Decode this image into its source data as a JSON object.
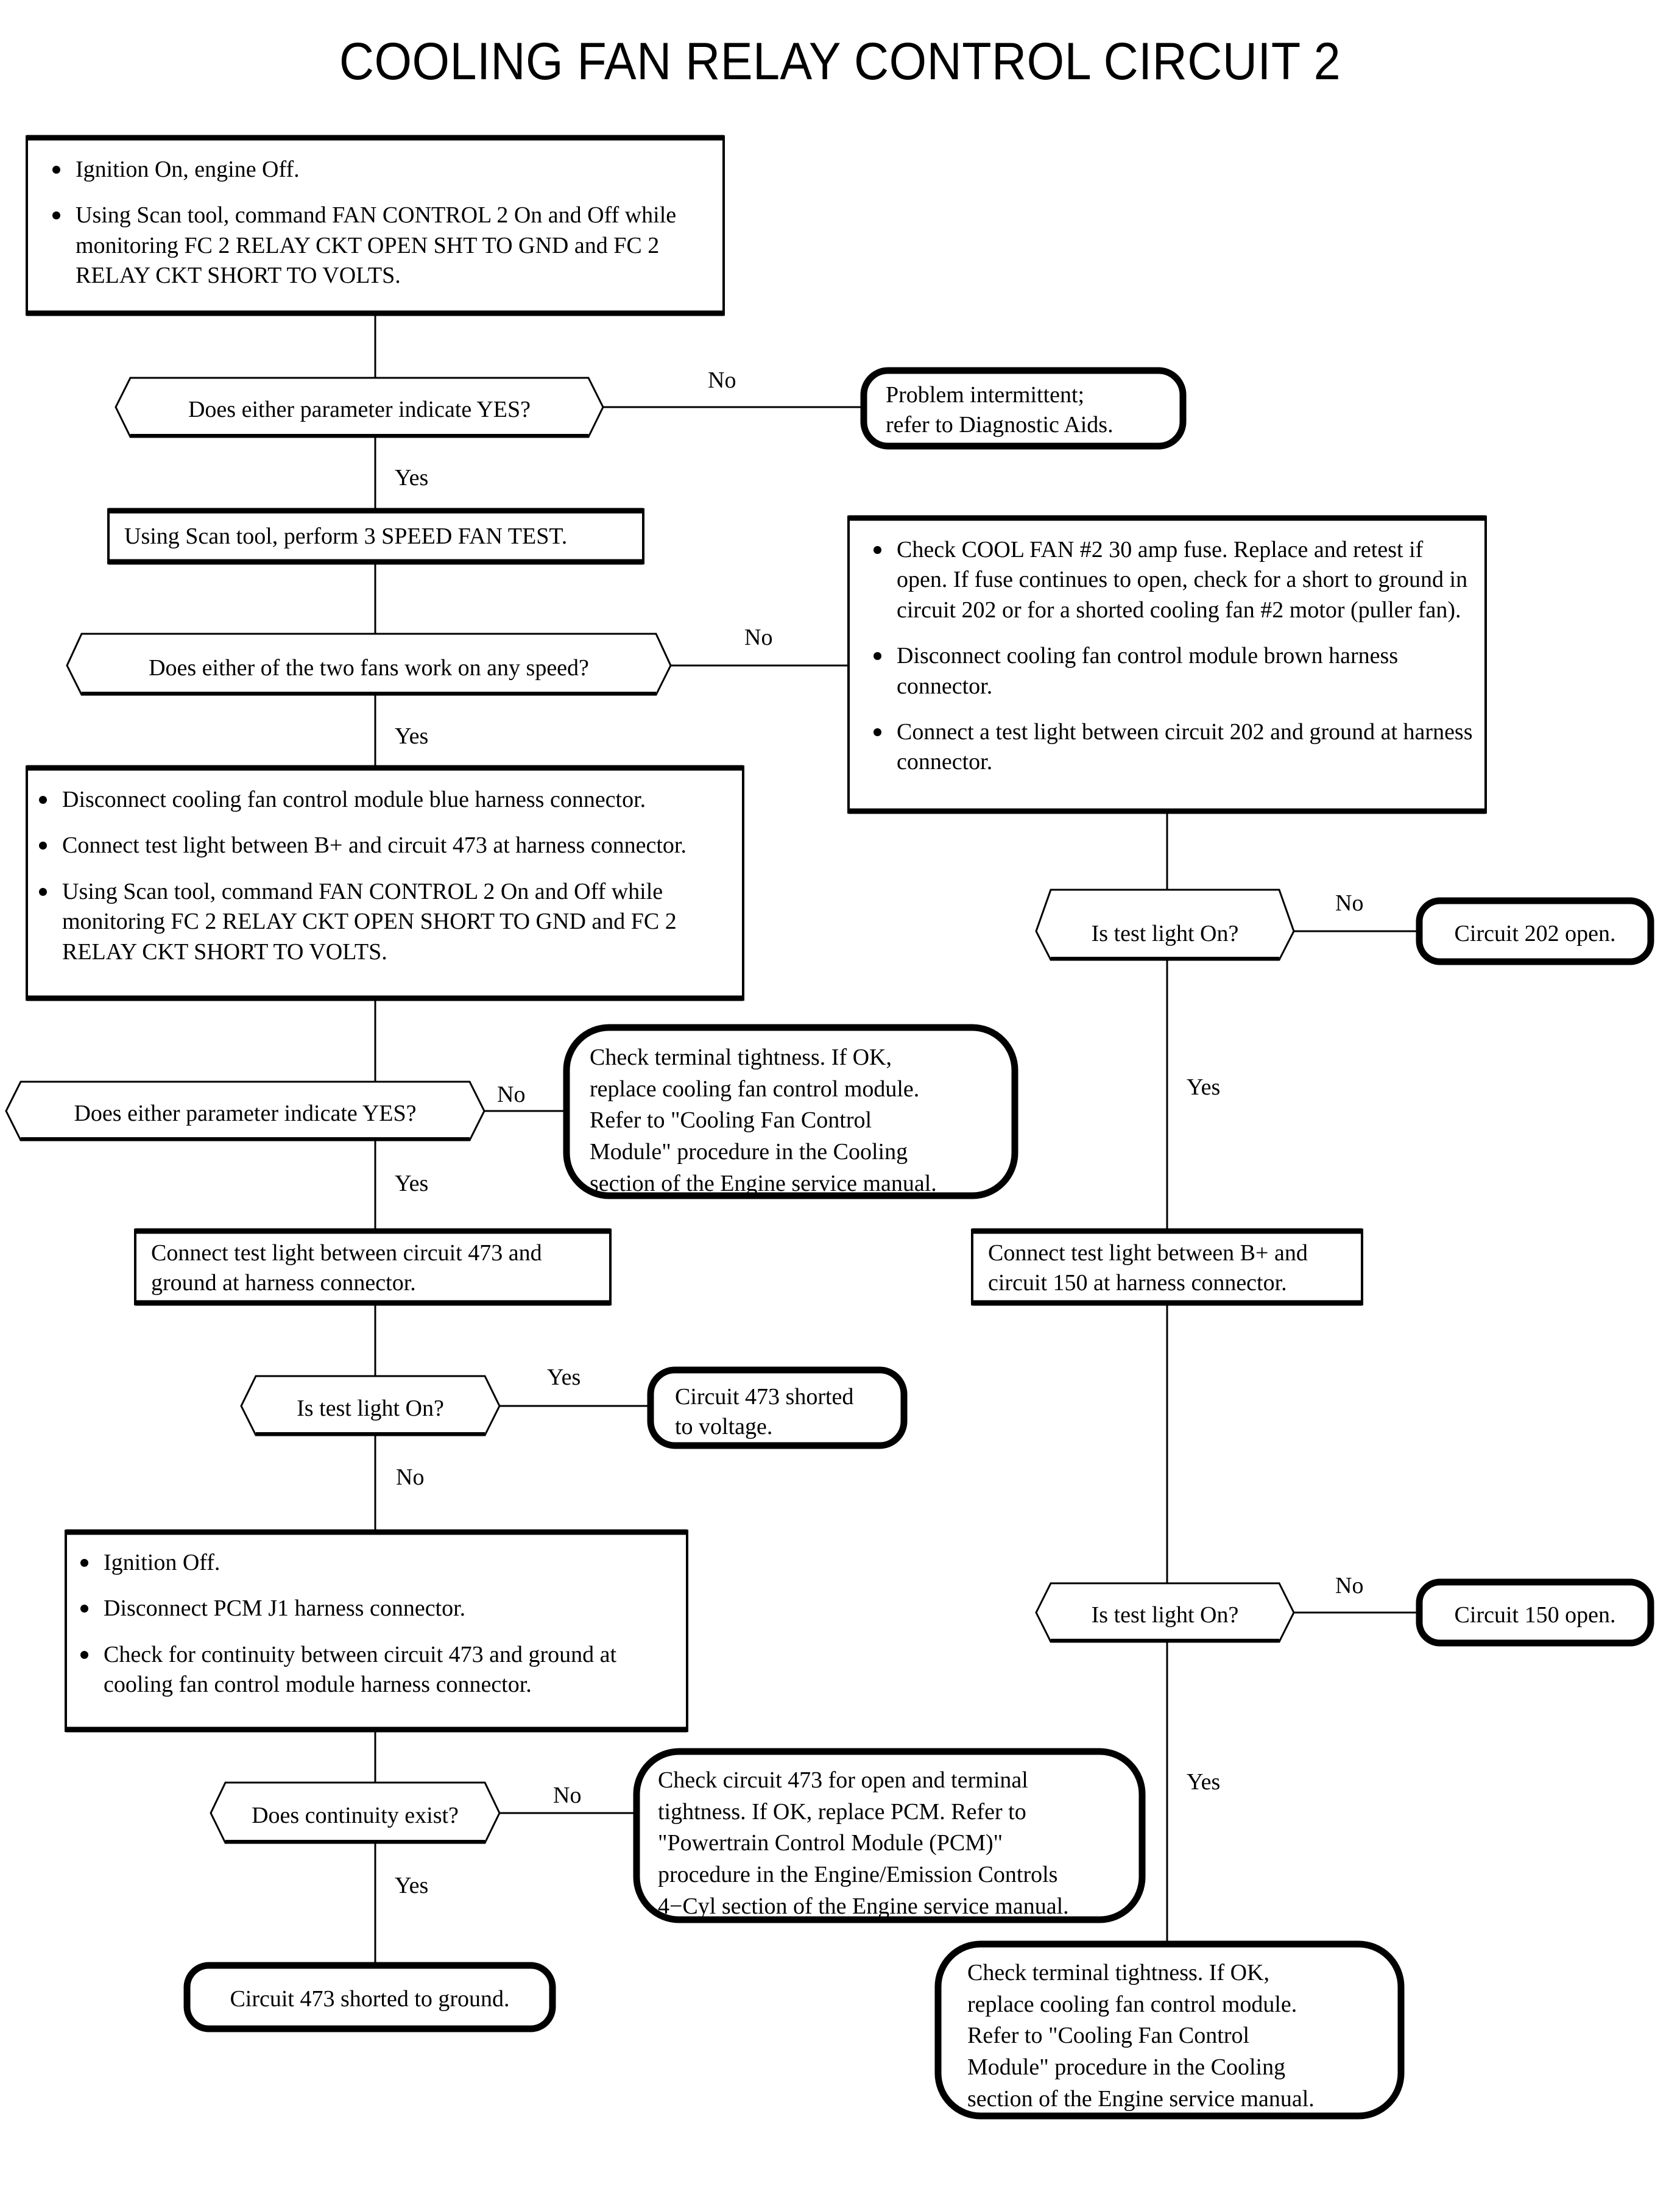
{
  "title": "COOLING FAN RELAY CONTROL CIRCUIT 2",
  "labels": {
    "yes": "Yes",
    "no": "No"
  },
  "nodes": {
    "step1": {
      "type": "process",
      "bullets": [
        "Ignition On, engine Off.",
        "Using Scan tool, command FAN CONTROL 2 On and Off while monitoring FC 2 RELAY CKT OPEN SHT TO GND and FC 2 RELAY CKT SHORT TO VOLTS."
      ]
    },
    "dec1": {
      "type": "decision",
      "text": "Does either parameter indicate YES?",
      "yes_label": "Yes",
      "no_label": "No"
    },
    "term_intermittent": {
      "type": "terminal",
      "text": "Problem intermittent;\nrefer to Diagnostic Aids."
    },
    "step_fantest": {
      "type": "process",
      "text": "Using Scan tool, perform 3 SPEED FAN TEST."
    },
    "dec2": {
      "type": "decision",
      "text": "Does either of the two fans work on any speed?",
      "yes_label": "Yes",
      "no_label": "No"
    },
    "step_fuse": {
      "type": "process",
      "bullets": [
        "Check COOL FAN #2 30 amp fuse. Replace and retest if open. If fuse continues to open, check for a short to ground in circuit 202 or for a shorted cooling fan #2 motor (puller fan).",
        "Disconnect cooling fan control module brown harness connector.",
        "Connect a test light between circuit 202 and ground at harness connector."
      ]
    },
    "step_blue": {
      "type": "process",
      "bullets": [
        "Disconnect cooling fan control module blue harness connector.",
        "Connect test light between B+ and circuit 473 at harness connector.",
        "Using Scan tool, command FAN CONTROL 2 On and Off while monitoring FC 2 RELAY CKT OPEN SHORT TO GND and FC 2 RELAY CKT SHORT TO VOLTS."
      ]
    },
    "dec_testlight_202": {
      "type": "decision",
      "text": "Is test light On?",
      "yes_label": "Yes",
      "no_label": "No"
    },
    "term_202_open": {
      "type": "terminal",
      "text": "Circuit 202 open."
    },
    "dec3": {
      "type": "decision",
      "text": "Does either parameter indicate YES?",
      "yes_label": "Yes",
      "no_label": "No"
    },
    "term_module_upper": {
      "type": "terminal",
      "text": "Check terminal tightness. If OK,\nreplace cooling fan control module.\nRefer to \"Cooling Fan Control\nModule\" procedure in the Cooling\nsection of the Engine service manual."
    },
    "step_473_ground": {
      "type": "process",
      "text": "Connect test light between circuit 473 and\nground at harness connector."
    },
    "step_150": {
      "type": "process",
      "text": "Connect test light between B+ and\ncircuit 150 at harness connector."
    },
    "dec_testlight_473": {
      "type": "decision",
      "text": "Is test light On?",
      "yes_label": "Yes",
      "no_label": "No"
    },
    "term_473_voltage": {
      "type": "terminal",
      "text": "Circuit 473 shorted\nto voltage."
    },
    "step_pcm": {
      "type": "process",
      "bullets": [
        "Ignition Off.",
        "Disconnect PCM J1 harness connector.",
        "Check for continuity between circuit 473 and ground at cooling fan control module harness connector."
      ]
    },
    "dec_testlight_150": {
      "type": "decision",
      "text": "Is test light On?",
      "yes_label": "Yes",
      "no_label": "No"
    },
    "term_150_open": {
      "type": "terminal",
      "text": "Circuit 150 open."
    },
    "dec_continuity": {
      "type": "decision",
      "text": "Does continuity exist?",
      "yes_label": "Yes",
      "no_label": "No"
    },
    "term_pcm": {
      "type": "terminal",
      "text": "Check circuit 473 for open and terminal\ntightness. If OK, replace PCM. Refer to\n\"Powertrain Control Module (PCM)\"\nprocedure in the Engine/Emission Controls\n4−Cyl section of the Engine service manual."
    },
    "term_473_ground": {
      "type": "terminal",
      "text": "Circuit 473 shorted to ground."
    },
    "term_module_lower": {
      "type": "terminal",
      "text": "Check terminal tightness. If OK,\nreplace cooling fan control module.\nRefer to \"Cooling Fan Control\nModule\" procedure in the Cooling\nsection of the Engine service manual."
    }
  },
  "colors": {
    "stroke": "#000000",
    "background": "#ffffff"
  }
}
